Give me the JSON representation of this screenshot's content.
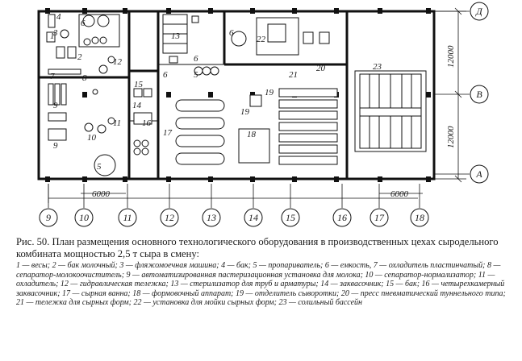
{
  "plan": {
    "axes_horizontal": [
      "9",
      "10",
      "11",
      "12",
      "13",
      "14",
      "15",
      "16",
      "17",
      "18"
    ],
    "axes_vertical": [
      "Д",
      "В",
      "А"
    ],
    "dimensions": {
      "bottom_left": "6000",
      "bottom_right": "6000",
      "right_top": "12000",
      "right_bottom": "12000"
    },
    "labels": {
      "n1": "1",
      "n2": "2",
      "n3": "3",
      "n4": "4",
      "n5": "5",
      "n6": "6",
      "n6b": "6",
      "n6c": "6",
      "n6d": "6",
      "n7": "7",
      "n8": "8",
      "n9": "9",
      "n9b": "9",
      "n10": "10",
      "n11": "11",
      "n12": "12",
      "n13": "13",
      "n14": "14",
      "n15": "15",
      "n16": "16",
      "n17": "17",
      "n18": "18",
      "n19": "19",
      "n19b": "19",
      "n20": "20",
      "n21": "21",
      "n22": "22",
      "n23": "23",
      "n5b": "5"
    }
  },
  "caption": {
    "title": "Рис. 50. План размещения основного технологического оборудования в производственных цехах сыродельного комбината мощностью 2,5 т сыра в смену:",
    "legend": "1 — весы; 2 — бак молочный; 3 — фляжомоечная машина; 4 — бак; 5 — пропариватель; 6 — емкость, 7 — охладитель пластинчатый; 8 — сепаратор-молокоочиститель; 9 — автоматизированная пастеризационная установка для молока; 10 — сепаратор-нормализатор; 11 — охладитель; 12 — гидравлическая тележка; 13 — стерилизатор для труб и арматуры; 14 — заквасочник; 15 — бак; 16 — четырехкамерный заквасочник; 17 — сырная ванна; 18 — формовочный аппарат; 19 — отделитель сыворотки; 20 — пресс пневматический туннельного типа; 21 — тележка для сырных форм; 22 — установка для мойки сырных форм; 23 — солильный бассейн"
  }
}
